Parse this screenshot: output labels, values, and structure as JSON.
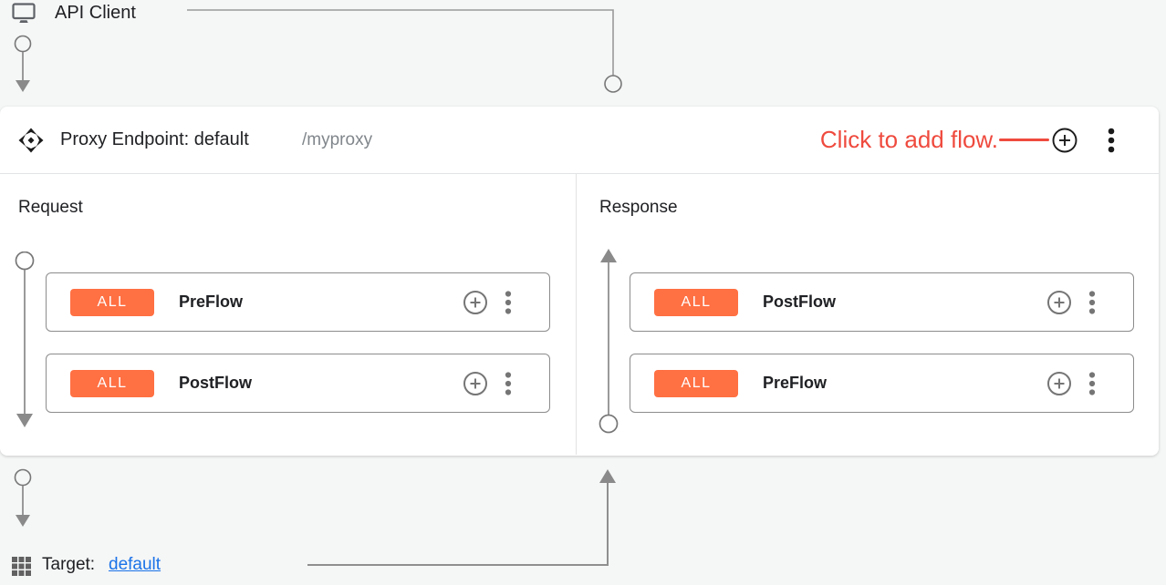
{
  "colors": {
    "badge_orange": "#FF7043",
    "annotation_red": "#EF4A3E",
    "link_blue": "#1A73E8"
  },
  "api_client": {
    "label": "API Client"
  },
  "proxy_endpoint": {
    "title": "Proxy Endpoint: default",
    "basepath": "/myproxy",
    "annotation": "Click to add flow.",
    "request": {
      "label": "Request",
      "flows": [
        {
          "badge": "ALL",
          "name": "PreFlow"
        },
        {
          "badge": "ALL",
          "name": "PostFlow"
        }
      ]
    },
    "response": {
      "label": "Response",
      "flows": [
        {
          "badge": "ALL",
          "name": "PostFlow"
        },
        {
          "badge": "ALL",
          "name": "PreFlow"
        }
      ]
    }
  },
  "target": {
    "label": "Target:",
    "link": "default"
  }
}
